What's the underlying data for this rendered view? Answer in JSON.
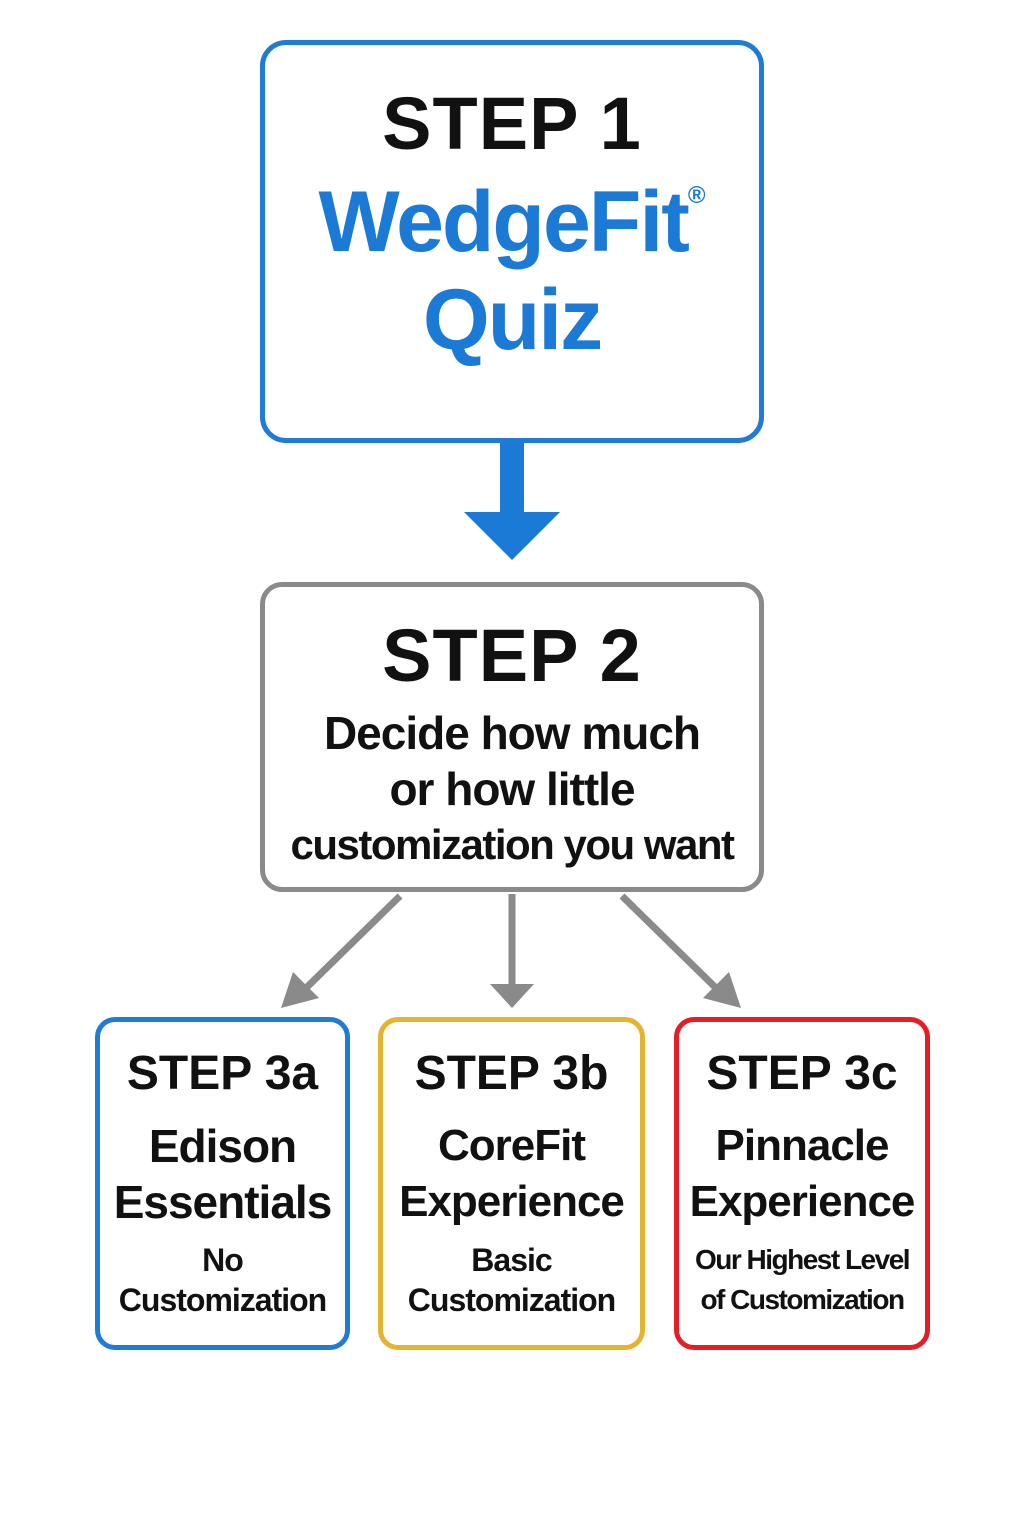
{
  "colors": {
    "blue": "#1f7bd6",
    "gray": "#8a8a8a",
    "yellow": "#e4b431",
    "red": "#e31e24"
  },
  "step1": {
    "label": "STEP 1",
    "brand_line1": "WedgeFit",
    "brand_mark": "®",
    "brand_line2": "Quiz"
  },
  "step2": {
    "label": "STEP 2",
    "desc_line1": "Decide how much",
    "desc_line2": "or how little",
    "desc_line3": "customization you want"
  },
  "options": [
    {
      "label": "STEP 3a",
      "name_line1": "Edison",
      "name_line2": "Essentials",
      "desc_line1": "No",
      "desc_line2": "Customization"
    },
    {
      "label": "STEP 3b",
      "name_line1": "CoreFit",
      "name_line2": "Experience",
      "desc_line1": "Basic",
      "desc_line2": "Customization"
    },
    {
      "label": "STEP 3c",
      "name_line1": "Pinnacle",
      "name_line2": "Experience",
      "desc_line1": "Our Highest Level",
      "desc_line2": "of Customization"
    }
  ]
}
